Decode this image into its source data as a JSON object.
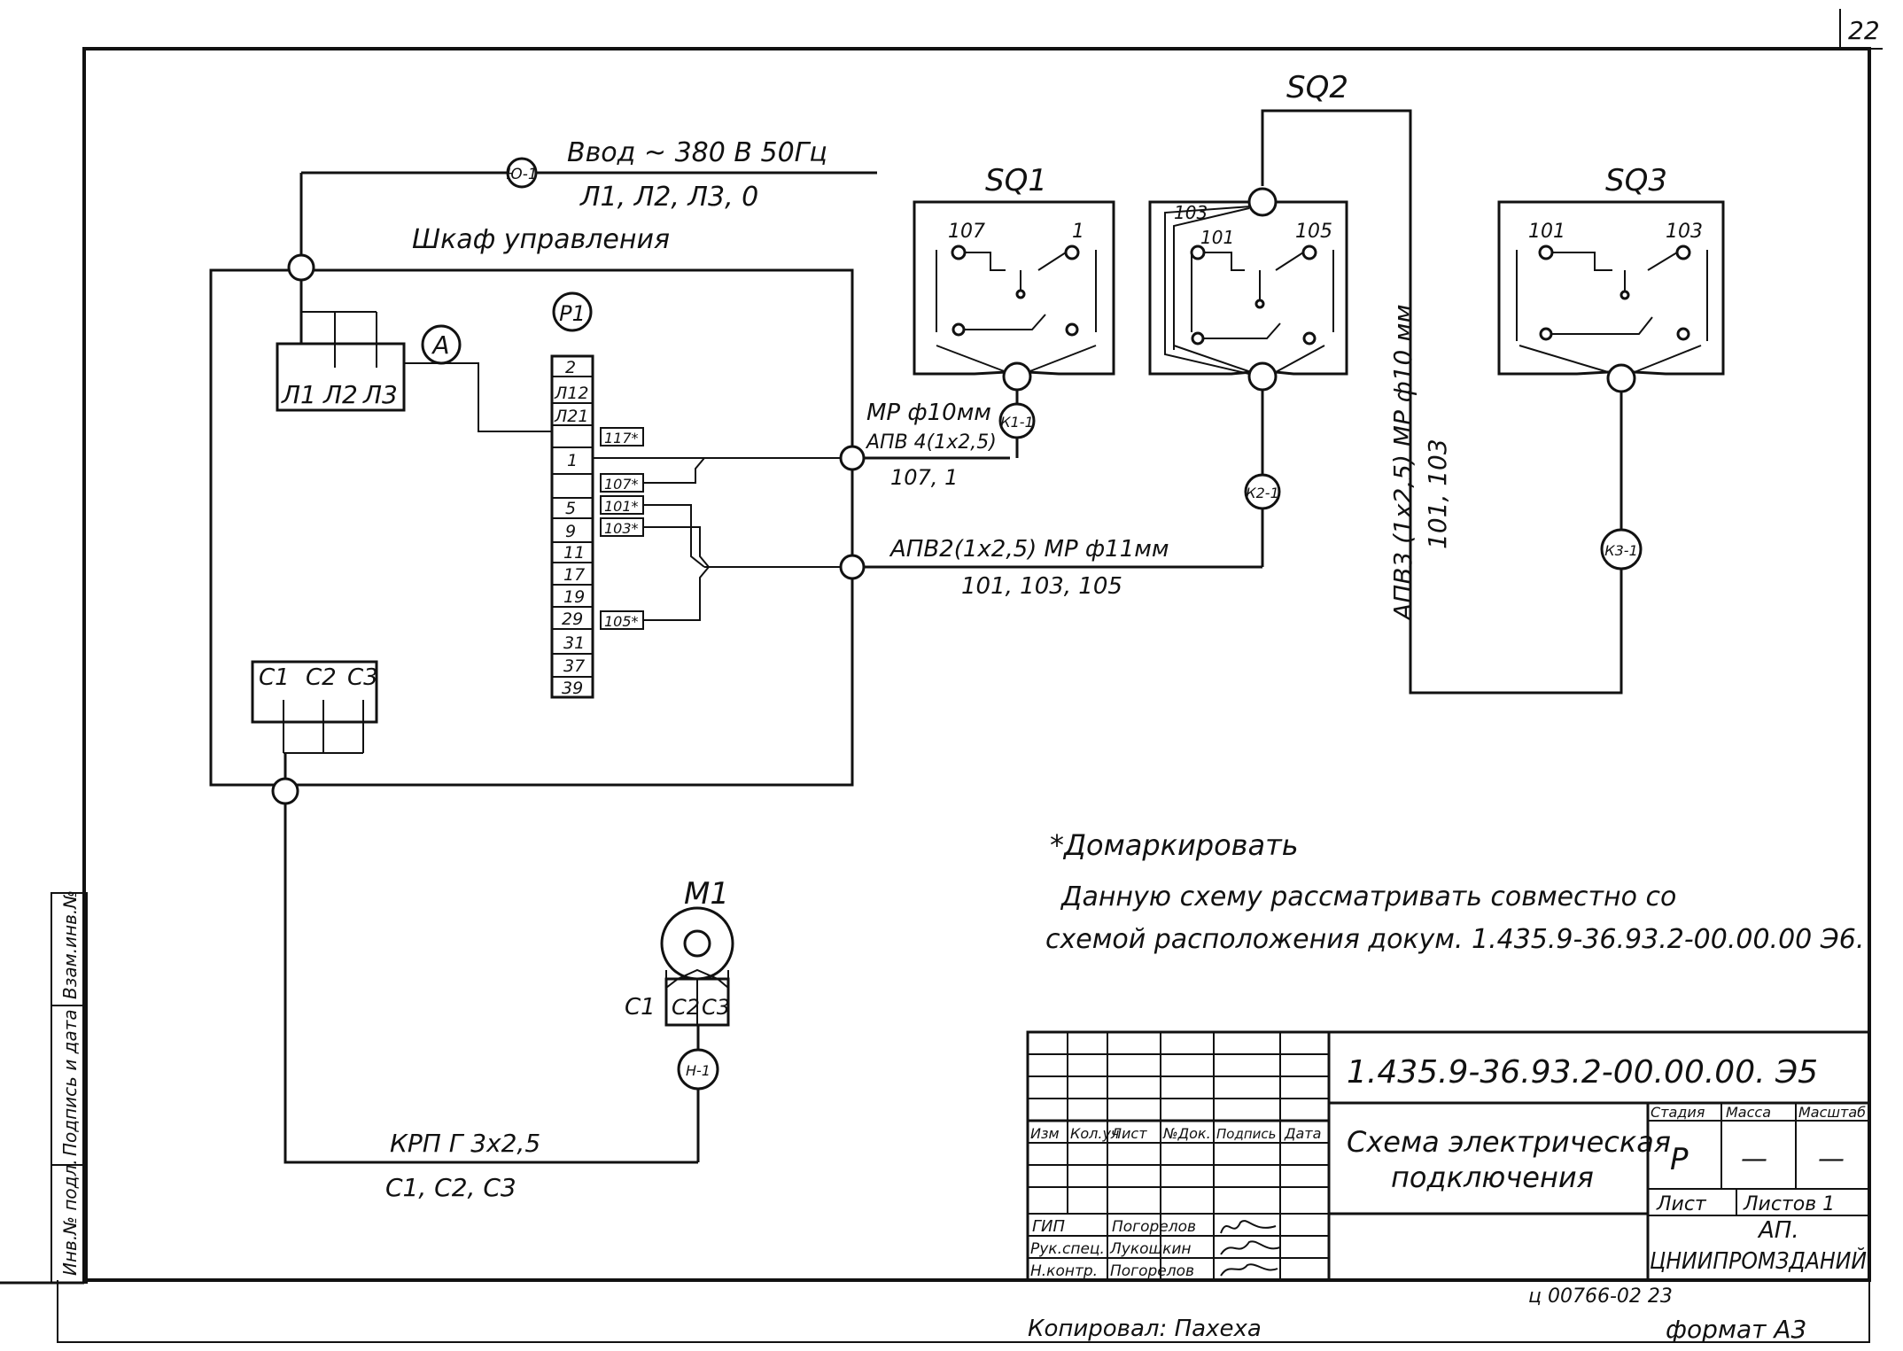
{
  "sheet_number": "22",
  "supply": {
    "tag": "Ю-1",
    "label": "Ввод  ~ 380 В 50Гц",
    "wires": "Л1, Л2, Л3, 0"
  },
  "cabinet_title": "Шкаф   управления",
  "ammeter": {
    "tag": "А",
    "terminals": [
      "Л1",
      "Л2",
      "Л3"
    ]
  },
  "terminal_block": {
    "tag": "Р1",
    "cells": [
      "2",
      "Л12",
      "Л21",
      "1",
      "",
      "5",
      "9",
      "11",
      "17",
      "19",
      "29",
      "31",
      "37",
      "39"
    ],
    "marks": [
      "117*",
      "107*",
      "101*",
      "103*",
      "105*"
    ]
  },
  "motor_terminals": [
    "С1",
    "С2",
    "С3"
  ],
  "cable1": {
    "type": "МР ф10мм",
    "cable": "АПВ 4(1х2,5)",
    "wires": "107, 1",
    "tag": "К1-1"
  },
  "cable2": {
    "cable": "АПВ2(1х2,5) МР ф11мм",
    "wires": "101, 103, 105",
    "tag": "К2-1"
  },
  "cable3": {
    "cable": "АПВ3 (1х2,5) МР ф10 мм",
    "wires": "101, 103",
    "tag": "К3-1"
  },
  "sq1": {
    "title": "SQ1",
    "left": "107",
    "right": "1"
  },
  "sq2": {
    "title": "SQ2",
    "top": "103",
    "left": "101",
    "right": "105"
  },
  "sq3": {
    "title": "SQ3",
    "left": "101",
    "right": "103"
  },
  "motor": {
    "tag": "М1",
    "terms": [
      "С1",
      "С2",
      "С3"
    ],
    "cable_tag": "Н-1"
  },
  "motor_cable": {
    "type": "КРП Г  3х2,5",
    "wires": "С1, С2, С3"
  },
  "notes": {
    "mark": "*Домаркировать",
    "line1": "Данную схему  рассматривать  совместно  со",
    "line2": "схемой  расположения   докум.  1.435.9-36.93.2-00.00.00 Э6."
  },
  "title_block": {
    "code": "1.435.9-36.93.2-00.00.00. Э5",
    "title_line1": "Схема электрическая",
    "title_line2": "подключения",
    "col_headers": [
      "Изм",
      "Кол.уч",
      "Лист",
      "№Док.",
      "Подпись",
      "Дата"
    ],
    "people": [
      {
        "role": "ГИП",
        "name": "Погорелов"
      },
      {
        "role": "Рук.спец.",
        "name": "Лукошкин"
      },
      {
        "role": "Н.контр.",
        "name": "Погорелов"
      }
    ],
    "stage_header": "Стадия",
    "mass_header": "Масса",
    "scale_header": "Масштаб",
    "stage": "Р",
    "mass": "—",
    "scale": "—",
    "sheet_label": "Лист",
    "sheets_label": "Листов 1",
    "org1": "АП.",
    "org2": "ЦНИИПРОМЗДАНИЙ"
  },
  "side_stamps": [
    "Взам.инв.№",
    "Подпись и дата",
    "Инв.№ подл."
  ],
  "footer": {
    "copied": "Копировал: Пахеха",
    "order": "ц 00766-02   23",
    "format": "формат А3"
  }
}
